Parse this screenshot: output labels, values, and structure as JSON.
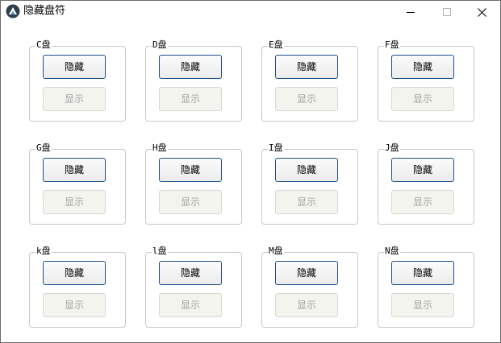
{
  "window": {
    "title": "隐藏盘符",
    "accent": "#1d4f8c"
  },
  "drives": [
    {
      "label": "C盘",
      "hide_label": "隐藏",
      "show_label": "显示"
    },
    {
      "label": "D盘",
      "hide_label": "隐藏",
      "show_label": "显示"
    },
    {
      "label": "E盘",
      "hide_label": "隐藏",
      "show_label": "显示"
    },
    {
      "label": "F盘",
      "hide_label": "隐藏",
      "show_label": "显示"
    },
    {
      "label": "G盘",
      "hide_label": "隐藏",
      "show_label": "显示"
    },
    {
      "label": "H盘",
      "hide_label": "隐藏",
      "show_label": "显示"
    },
    {
      "label": "I盘",
      "hide_label": "隐藏",
      "show_label": "显示"
    },
    {
      "label": "J盘",
      "hide_label": "隐藏",
      "show_label": "显示"
    },
    {
      "label": "k盘",
      "hide_label": "隐藏",
      "show_label": "显示"
    },
    {
      "label": "l盘",
      "hide_label": "隐藏",
      "show_label": "显示"
    },
    {
      "label": "M盘",
      "hide_label": "隐藏",
      "show_label": "显示"
    },
    {
      "label": "N盘",
      "hide_label": "隐藏",
      "show_label": "显示"
    }
  ]
}
